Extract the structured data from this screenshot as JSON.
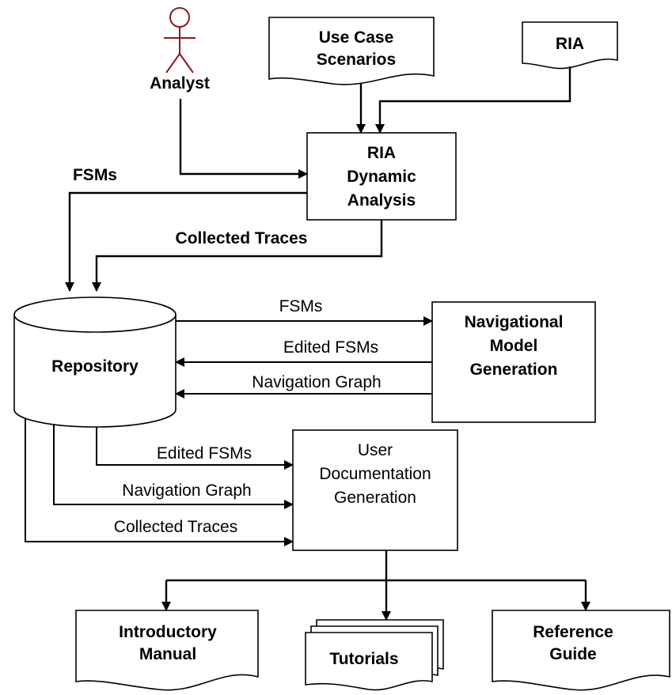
{
  "actor": {
    "label": "Analyst",
    "color": "#8b1a1a"
  },
  "documents": {
    "use_case": [
      "Use Case",
      "Scenarios"
    ],
    "ria": "RIA",
    "introductory_manual": [
      "Introductory",
      "Manual"
    ],
    "tutorials": "Tutorials",
    "reference_guide": [
      "Reference",
      "Guide"
    ]
  },
  "processes": {
    "dynamic_analysis": [
      "RIA",
      "Dynamic",
      "Analysis"
    ],
    "navigational_model": [
      "Navigational",
      "Model",
      "Generation"
    ],
    "user_documentation": [
      "User",
      "Documentation",
      "Generation"
    ]
  },
  "repository": {
    "label": "Repository"
  },
  "flows": {
    "fsms_to_repo": "FSMs",
    "collected_traces_to_repo": "Collected Traces",
    "fsms_to_nav": "FSMs",
    "edited_fsms_from_nav": "Edited FSMs",
    "nav_graph_from_nav": "Navigation Graph",
    "edited_fsms_to_doc": "Edited FSMs",
    "nav_graph_to_doc": "Navigation Graph",
    "collected_traces_to_doc": "Collected Traces"
  },
  "colors": {
    "stroke": "#000000",
    "actor": "#8b1a1a"
  }
}
